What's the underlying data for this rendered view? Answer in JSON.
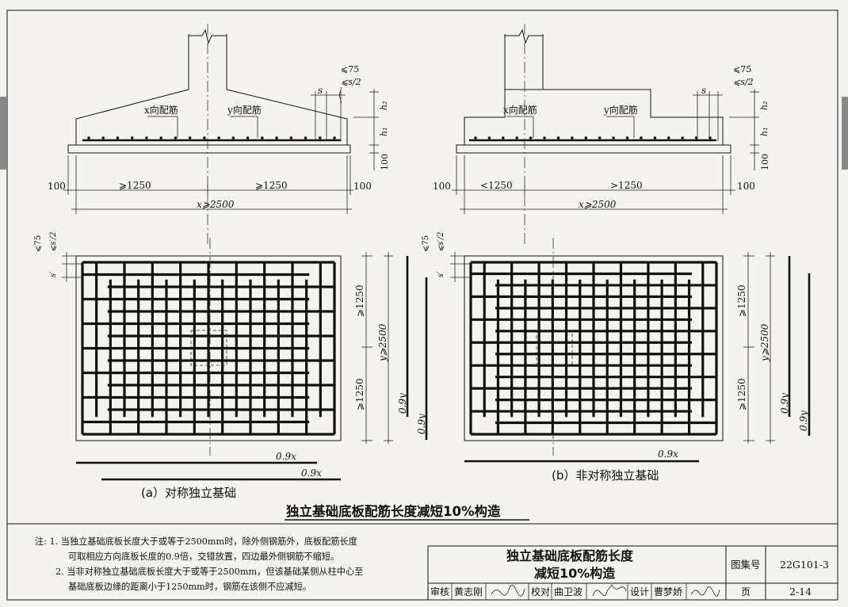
{
  "panel_a": {
    "label": "(a）对称独立基础",
    "x_rebar": "x向配筋",
    "y_rebar": "y向配筋",
    "dim_75": "⩽75",
    "dim_s_half": "⩽s/2",
    "dim_s": "s",
    "dim_h2": "h₂",
    "dim_h1": "h₁",
    "dim_100_v": "100",
    "dim_100_left": "100",
    "dim_100_right": "100",
    "dim_left_half": "⩾1250",
    "dim_right_half": "⩾1250",
    "dim_total_x": "x⩾2500",
    "plan_dim_75": "⩽75",
    "plan_dim_s_half": "⩽s′/2",
    "plan_dim_s": "s′",
    "plan_dim_top_half": "⩾1250",
    "plan_dim_bottom_half": "⩾1250",
    "plan_dim_total_y": "y⩾2500",
    "len_09y_a": "0.9y",
    "len_09y_b": "0.9y",
    "len_09x_a": "0.9x",
    "len_09x_b": "0.9x"
  },
  "panel_b": {
    "label": "(b）非对称独立基础",
    "x_rebar": "x向配筋",
    "y_rebar": "y向配筋",
    "dim_75": "⩽75",
    "dim_s_half": "⩽s/2",
    "dim_s": "s",
    "dim_h2": "h₂",
    "dim_h1": "h₁",
    "dim_100_v": "100",
    "dim_100_left": "100",
    "dim_100_right": "100",
    "dim_left_half": "<1250",
    "dim_right_half": ">1250",
    "dim_total_x": "x⩾2500",
    "plan_dim_75": "⩽75",
    "plan_dim_s_half": "⩽s′/2",
    "plan_dim_s": "s′",
    "plan_dim_top_half": "⩾1250",
    "plan_dim_bottom_half": "⩾1250",
    "plan_dim_total_y": "y⩾2500",
    "len_09y_a": "0.9y",
    "len_09y_b": "0.9y",
    "len_09x_a": "0.9x"
  },
  "main_title": "独立基础底板配筋长度减短10%构造",
  "notes": {
    "prefix": "注:",
    "n1_line1": "1. 当独立基础底板长度大于或等于2500mm时，除外侧钢筋外，底板配筋长度",
    "n1_line2": "可取相应方向底板长度的0.9倍，交错放置，四边最外侧钢筋不缩短。",
    "n2_line1": "2. 当非对称独立基础底板长度大于或等于2500mm，但该基础某侧从柱中心至",
    "n2_line2": "基础底板边缘的距离小于1250mm时，钢筋在该侧不应减短。"
  },
  "title_block": {
    "title_line1": "独立基础底板配筋长度",
    "title_line2": "减短10%构造",
    "atlas_label": "图集号",
    "atlas_no": "22G101-3",
    "review_label": "审核",
    "reviewer": "黄志刚",
    "check_label": "校对",
    "checker": "曲卫波",
    "design_label": "设计",
    "designer": "曹梦娇",
    "page_label": "页",
    "page_no": "2-14"
  }
}
